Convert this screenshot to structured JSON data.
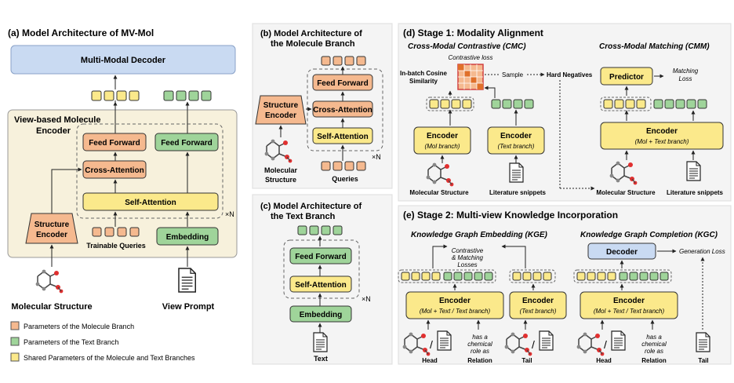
{
  "panel_a": {
    "title": "(a) Model Architecture of MV-Mol",
    "decoder": "Multi-Modal Decoder",
    "encoder_title_1": "View-based Molecule",
    "encoder_title_2": "Encoder",
    "feed_forward": "Feed Forward",
    "cross_attention": "Cross-Attention",
    "self_attention": "Self-Attention",
    "structure_encoder_1": "Structure",
    "structure_encoder_2": "Encoder",
    "embedding": "Embedding",
    "trainable_queries": "Trainable Queries",
    "repeat": "×N",
    "molecular_structure": "Molecular Structure",
    "view_prompt": "View Prompt"
  },
  "legend": [
    {
      "label": "Parameters of the Molecule Branch",
      "color": "#f5b98f"
    },
    {
      "label": "Parameters of the Text Branch",
      "color": "#9fd49a"
    },
    {
      "label": "Shared Parameters of the Molecule and Text Branches",
      "color": "#fbe98b"
    }
  ],
  "panel_b": {
    "title_1": "(b) Model Architecture of",
    "title_2": "the Molecule Branch",
    "feed_forward": "Feed Forward",
    "cross_attention": "Cross-Attention",
    "self_attention": "Self-Attention",
    "structure_encoder_1": "Structure",
    "structure_encoder_2": "Encoder",
    "repeat": "×N",
    "molecular_1": "Molecular",
    "molecular_2": "Structure",
    "queries": "Queries"
  },
  "panel_c": {
    "title_1": "(c) Model Architecture of",
    "title_2": "the Text Branch",
    "feed_forward": "Feed Forward",
    "self_attention": "Self-Attention",
    "embedding": "Embedding",
    "repeat": "×N",
    "text": "Text"
  },
  "panel_d": {
    "title": "(d) Stage 1: Modality Alignment",
    "cmc_title": "Cross-Modal Contrastive (CMC)",
    "cmm_title": "Cross-Modal Matching (CMM)",
    "contrastive_loss": "Contrastive loss",
    "in_batch_1": "In-batch Cosine",
    "in_batch_2": "Similarity",
    "sample": "Sample",
    "hard_negatives": "Hard Negatives",
    "encoder": "Encoder",
    "mol_branch": "(Mol branch)",
    "text_branch": "(Text branch)",
    "predictor": "Predictor",
    "matching_loss_1": "Matching",
    "matching_loss_2": "Loss",
    "mol_text_branch": "(Mol + Text branch)",
    "molecular_structure": "Molecular Structure",
    "literature_snippets": "Literature snippets"
  },
  "panel_e": {
    "title": "(e) Stage 2: Multi-view Knowledge Incorporation",
    "kge_title": "Knowledge Graph Embedding (KGE)",
    "kgc_title": "Knowledge Graph Completion (KGC)",
    "losses_1": "Contrastive",
    "losses_2": "& Matching",
    "losses_3": "Losses",
    "encoder": "Encoder",
    "mol_text_text": "(Mol + Text / Text branch)",
    "text_branch": "(Text branch)",
    "relation_1": "has a",
    "relation_2": "chemical",
    "relation_3": "role as",
    "head": "Head",
    "relation": "Relation",
    "tail": "Tail",
    "decoder": "Decoder",
    "generation_loss": "Generation Loss"
  },
  "colors": {
    "mol": "#f5b98f",
    "text": "#9fd49a",
    "shared": "#fbe98b",
    "decoder": "#c9daf2",
    "panel_bg": "#f7f1dc"
  }
}
